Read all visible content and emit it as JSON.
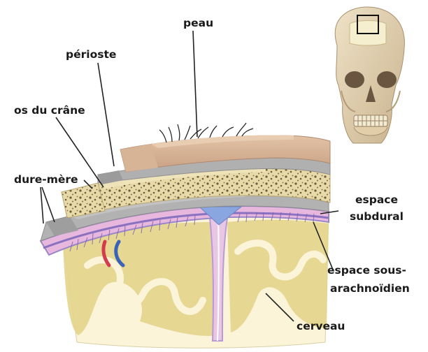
{
  "labels": {
    "peau": "peau",
    "perioste": "périoste",
    "os_du_crane": "os du crâne",
    "dure_mere": "dure-mère",
    "espace_subdural_1": "espace",
    "espace_subdural_2": "subdural",
    "espace_sous_arach_1": "espace sous-",
    "espace_sous_arach_2": "arachnoïdien",
    "cerveau": "cerveau"
  },
  "colors": {
    "skin_top": "#d9b89a",
    "skin_side": "#c79f84",
    "periosteum": "#b0b0b0",
    "bone": "#e8d9a8",
    "bone_dots": "#6b5a3c",
    "dura": "#a4a4a4",
    "arachnoid_purple": "#9a86c8",
    "pia_pink": "#e7b7de",
    "grey_matter": "#e3d58c",
    "white_matter": "#fbf4d8",
    "csf_blue": "#8aa6e0"
  }
}
